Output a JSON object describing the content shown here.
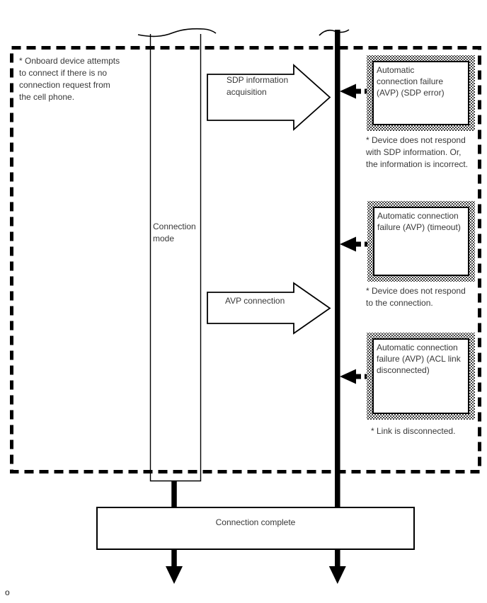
{
  "colors": {
    "ink": "#000000",
    "text": "#383838",
    "background": "#ffffff"
  },
  "diagram": {
    "onboard_note": "* Onboard device attempts\nto connect if there is no\nconnection request from\nthe cell phone.",
    "connection_mode_label": "Connection\nmode",
    "sdp_arrow_label": "SDP information\nacquisition",
    "avp_arrow_label": "AVP connection",
    "failures": [
      {
        "label": "Automatic\nconnection failure\n(AVP) (SDP error)",
        "note": "* Device does not respond\nwith SDP information. Or,\nthe information is incorrect."
      },
      {
        "label": "Automatic connection\nfailure (AVP) (timeout)",
        "note": "* Device does not respond\nto the connection."
      },
      {
        "label": "Automatic connection\nfailure (AVP) (ACL link\ndisconnected)",
        "note": "* Link is disconnected."
      }
    ],
    "connection_complete_label": "Connection complete",
    "page_marker": "o"
  }
}
